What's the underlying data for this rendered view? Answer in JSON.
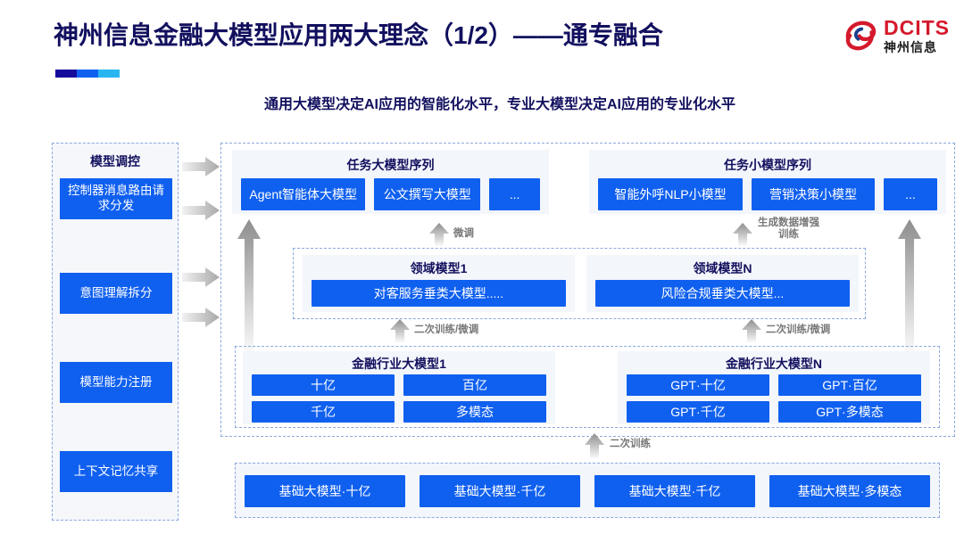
{
  "header": {
    "title": "神州信息金融大模型应用两大理念（1/2）——通专融合",
    "subtitle": "通用大模型决定AI应用的智能化水平，专业大模型决定AI应用的专业化水平",
    "accent_colors": [
      "#150a9c",
      "#1060f0",
      "#29b6f0"
    ],
    "logo": {
      "en": "DCITS",
      "cn": "神州信息",
      "mark": "dcits-swirl-logo",
      "color": "#d5192c"
    }
  },
  "sidebar": {
    "title": "模型调控",
    "items": [
      {
        "label": "控制器消息路由请求分发"
      },
      {
        "label": "意图理解拆分"
      },
      {
        "label": "模型能力注册"
      },
      {
        "label": "上下文记忆共享"
      }
    ]
  },
  "task_groups": [
    {
      "title": "任务大模型序列",
      "boxes": [
        "Agent智能体大模型",
        "公文撰写大模型",
        "..."
      ]
    },
    {
      "title": "任务小模型序列",
      "boxes": [
        "智能外呼NLP小模型",
        "营销决策小模型",
        "..."
      ]
    }
  ],
  "domain_groups": [
    {
      "title": "领域模型1",
      "box": "对客服务垂类大模型....."
    },
    {
      "title": "领域模型N",
      "box": "风险合规垂类大模型..."
    }
  ],
  "industry_groups": [
    {
      "title": "金融行业大模型1",
      "boxes": [
        "十亿",
        "百亿",
        "千亿",
        "多模态"
      ]
    },
    {
      "title": "金融行业大模型N",
      "boxes": [
        "GPT·十亿",
        "GPT·百亿",
        "GPT·千亿",
        "GPT·多模态"
      ]
    }
  ],
  "base_models": [
    "基础大模型·十亿",
    "基础大模型·千亿",
    "基础大模型·千亿",
    "基础大模型·多模态"
  ],
  "arrow_labels": {
    "fine_tune": "微调",
    "data_augment": "生成数据增强\n训练",
    "retrain_finetune_left": "二次训练/微调",
    "retrain_finetune_right": "二次训练/微调",
    "retrain": "二次训练"
  },
  "colors": {
    "brand_blue": "#1060f0",
    "deep_navy": "#12105e",
    "brand_red": "#d5192c",
    "panel": "#f3f6fb",
    "dashed": "#8aa8e0"
  }
}
